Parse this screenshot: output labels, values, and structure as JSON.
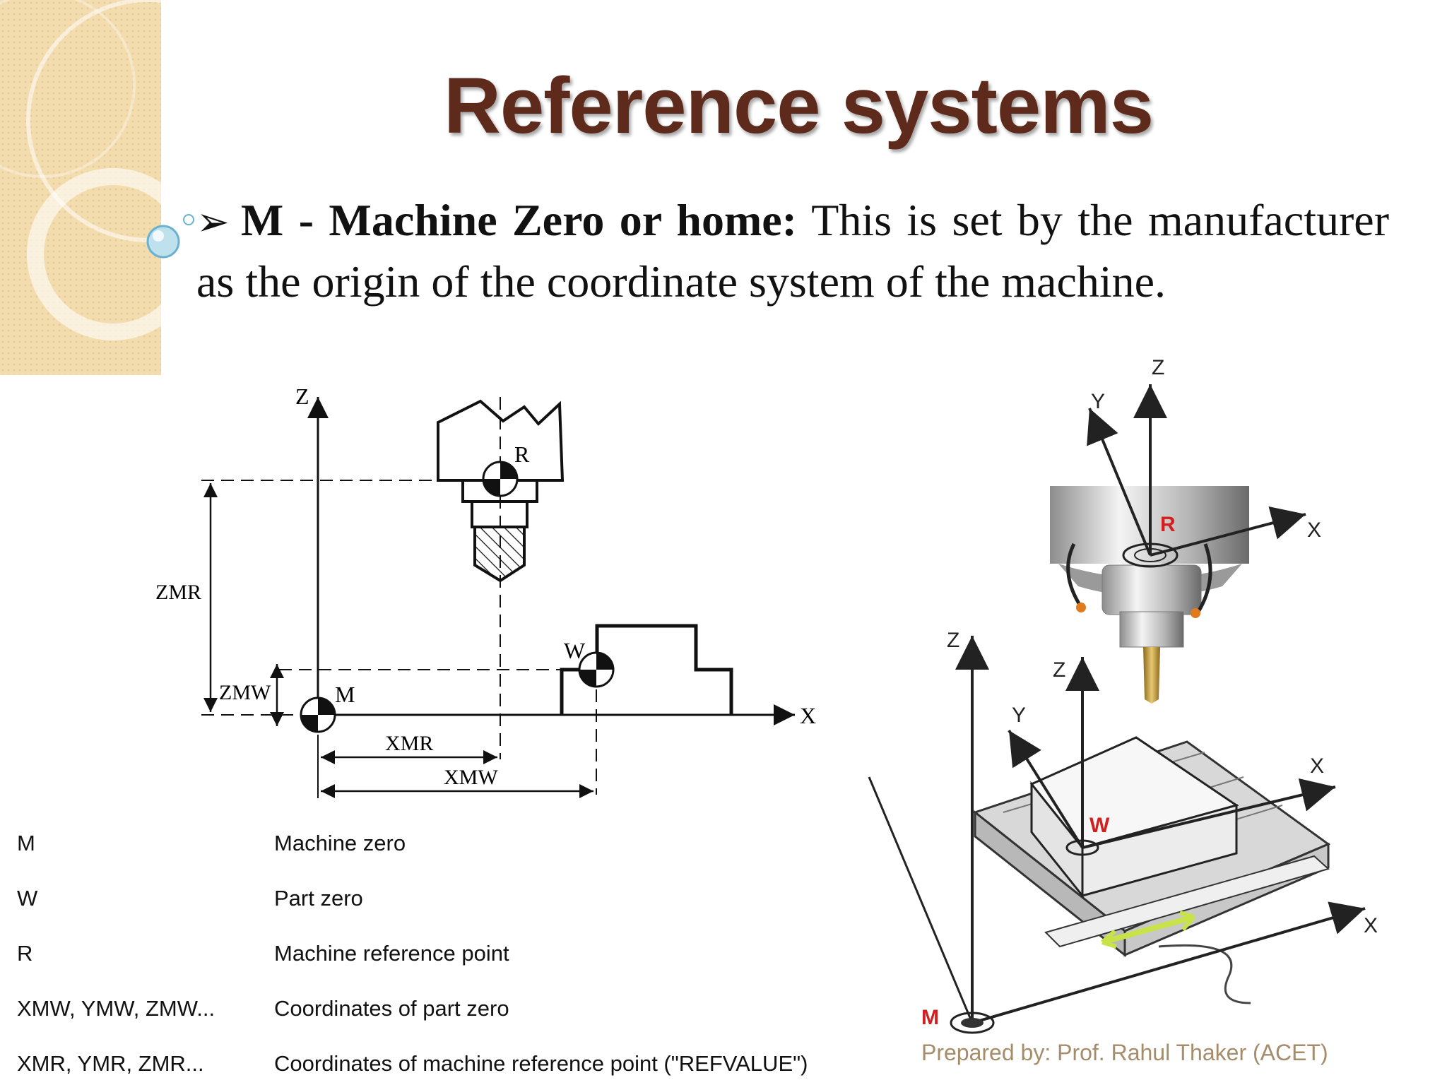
{
  "slide": {
    "title": "Reference systems",
    "bullet": {
      "term": "M - Machine Zero or home:",
      "text": "This is set by the manufacturer as the origin of the coordinate system of the machine."
    }
  },
  "diagram_2d": {
    "labels": {
      "z_axis": "Z",
      "x_axis": "X",
      "ref_point": "R",
      "part_zero": "W",
      "machine_zero": "M",
      "zmr": "ZMR",
      "zmw": "ZMW",
      "xmr": "XMR",
      "xmw": "XMW"
    }
  },
  "diagram_3d": {
    "labels": {
      "spindle_z": "Z",
      "spindle_y": "Y",
      "spindle_x": "X",
      "spindle_r": "R",
      "machine_z": "Z",
      "part_z": "Z",
      "part_y": "Y",
      "part_x": "X",
      "part_w": "W",
      "machine_x": "X",
      "machine_m": "M"
    },
    "colors": {
      "marker_red": "#d21f1f",
      "slider_green": "#c8e24a",
      "tool_gold": "#c9a24a"
    }
  },
  "legend": [
    {
      "key": "M",
      "value": "Machine zero"
    },
    {
      "key": "W",
      "value": "Part zero"
    },
    {
      "key": "R",
      "value": "Machine reference point"
    },
    {
      "key": "XMW, YMW, ZMW...",
      "value": "Coordinates of part zero"
    },
    {
      "key": "XMR, YMR, ZMR...",
      "value": "Coordinates of machine reference point (\"REFVALUE\")"
    }
  ],
  "footer": "Prepared by: Prof. Rahul Thaker (ACET)"
}
